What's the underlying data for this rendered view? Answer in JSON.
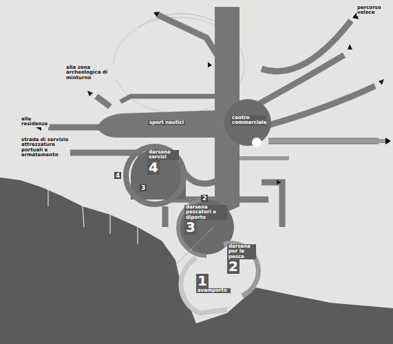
{
  "diagram": {
    "nodes": [
      {
        "text": [
          "sport nautici"
        ]
      },
      {
        "text": [
          "centro commerciale"
        ]
      },
      {
        "text": [
          "darsena servizi",
          "4"
        ]
      },
      {
        "text": [
          "darsena pescatori e diporto",
          "3"
        ]
      },
      {
        "text": [
          "darsena per la pesca",
          "2"
        ]
      },
      {
        "text": [
          "1",
          "avamporto"
        ]
      }
    ],
    "labels": [
      "alla zona archeologica di minturno",
      "alle residenze",
      "strada di servizio attrezzature portuali e armatamento",
      "percorso veloce",
      "4",
      "3",
      "2"
    ]
  }
}
